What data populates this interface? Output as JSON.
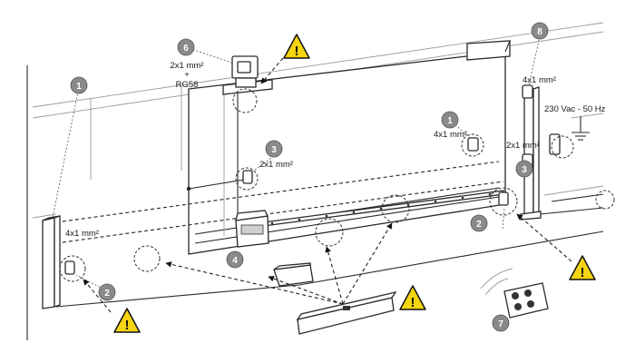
{
  "cables": {
    "flashing_light": "2x1 mm²",
    "flashing_light_plus": "+",
    "flashing_light_coax": "RG58",
    "photocell_gate": "2x1 mm²",
    "photocell_right": "4x1 mm²",
    "photocell_right_column": "2x1 mm²",
    "left_column": "4x1 mm²",
    "right_column": "4x1 mm²",
    "power_supply": "230 Vac - 50 Hz"
  },
  "callouts": [
    "1",
    "1",
    "2",
    "2",
    "3",
    "3",
    "4",
    "6",
    "7",
    "8"
  ],
  "warning_symbol": "!",
  "colors": {
    "callout": "#8a8a8a",
    "warning": "#f5d410",
    "line": "#2a2a2a"
  }
}
